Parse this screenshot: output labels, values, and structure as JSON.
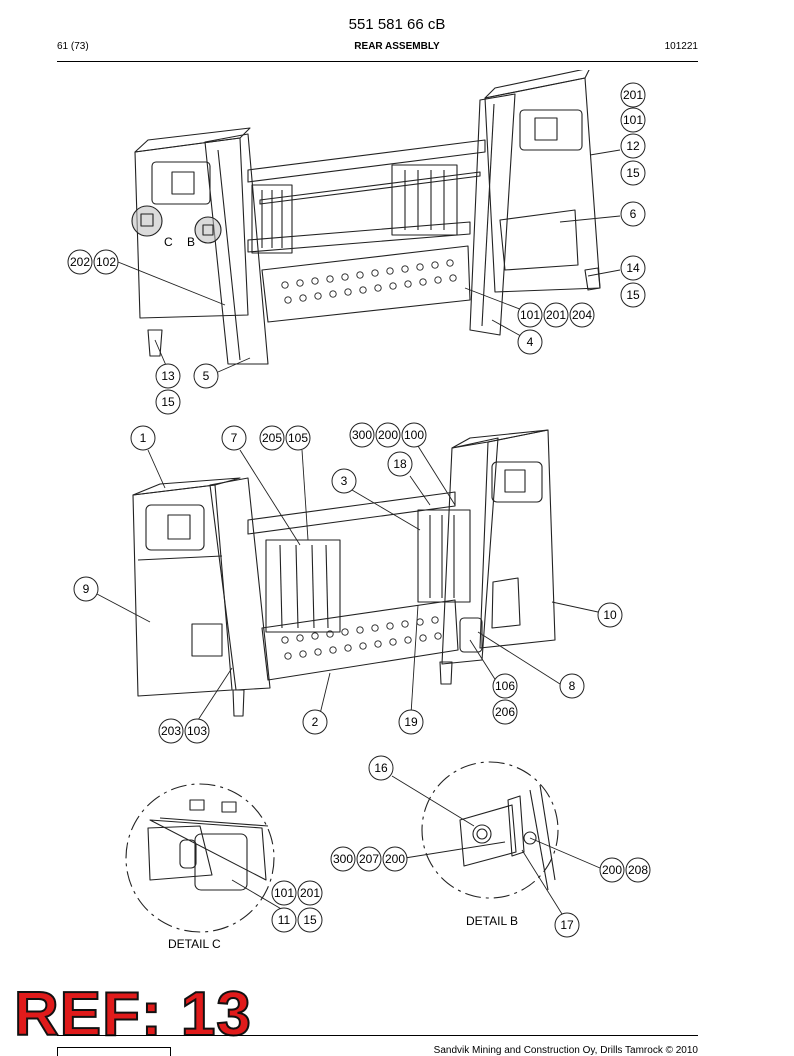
{
  "header": {
    "doc_number": "551 581 66 cB",
    "page_ref": "61 (73)",
    "section_title": "REAR ASSEMBLY",
    "date_code": "101221"
  },
  "callouts": {
    "top_view": [
      "201",
      "101",
      "12",
      "15",
      "6",
      "14",
      "15",
      "101",
      "201",
      "204",
      "4",
      "202",
      "102",
      "13",
      "5",
      "15"
    ],
    "middle_view": [
      "1",
      "7",
      "205",
      "105",
      "300",
      "200",
      "100",
      "18",
      "3",
      "9",
      "10",
      "8",
      "106",
      "206",
      "2",
      "19",
      "203",
      "103"
    ],
    "detail_c": [
      "101",
      "201",
      "11",
      "15"
    ],
    "detail_b": [
      "16",
      "300",
      "207",
      "200",
      "200",
      "208",
      "17"
    ]
  },
  "detail_letters": {
    "c": "C",
    "b": "B"
  },
  "detail_labels": {
    "c": "DETAIL  C",
    "b": "DETAIL  B"
  },
  "stamp": {
    "text": "REF: 13",
    "color": "#e01b1b"
  },
  "footer": {
    "copyright": "Sandvik Mining and Construction Oy, Drills Tamrock © 2010"
  }
}
